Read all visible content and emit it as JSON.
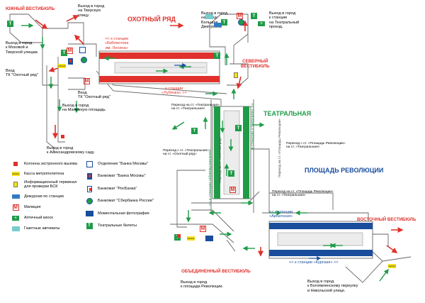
{
  "stations": {
    "okhotny": "ОХОТНЫЙ РЯД",
    "teatralnaya": "ТЕАТРАЛЬНАЯ",
    "revolyutsii": "ПЛОЩАДЬ РЕВОЛЮЦИИ"
  },
  "vestibules": {
    "south": "ЮЖНЫЙ ВЕСТИБЮЛЬ",
    "north": "СЕВЕРНЫЙ\nВЕСТИБЮЛЬ",
    "east": "ВОСТОЧНЫЙ ВЕСТИБЮЛЬ",
    "united": "ОБЪЕДИНЕННЫЙ ВЕСТИБЮЛЬ"
  },
  "exits": {
    "tverskaya": "Выход в город\nна Тверскую\nулицу.",
    "mokhovaya": "Выход в город\nк Моховой и\nТверской улицам.",
    "dmitrovka": "Выход в город\nна улицу\nБольшая\nДмитровка.",
    "teatr_pr": "Выход в город\nк станции\nна Театральный\nпроезд.",
    "tk_vhod": "Вход\nТК \"Охотный ряд\"",
    "tk_vhod2": "Вход\nТК \"Охотный ряд\"",
    "manezh": "Выход в город\nна Манежную площадь.",
    "alexandr": "Выход в город\nк Александровскому саду.",
    "revolution_sq": "Выход в город\nк площади Революции.",
    "bogoyavl": "Выход в город\nк Богоявленскому переулку\nи Никольской улице."
  },
  "directions": {
    "to_lenin_lib": "<< к станции\n«Библиотека\nим. Ленина»",
    "to_lubyanka": "к станции\n«Лубянка» >>",
    "to_arbatskaya": "<< к станции\n«Арбатская»",
    "to_kurskaya": "<< к станции «Курская» >>",
    "to_tverskaya": "к станции «Тверская» >>",
    "to_novokuz": "<< к станции «Новокузнецкая»",
    "to_teatr_v": "<< к станции «Театральная»",
    "to_ploshch_v": "Переход на ст. «Площадь Революции»"
  },
  "transfers": {
    "okh_to_teatr": "Переход на ст. «Театральная»\nна ст. «Театральная»",
    "teatr_to_okh": "Переход с ст. «Театральная»\nна ст. «Охотный ряд»",
    "teatr_to_pr": "Переход на ст. «Площадь Революции»\nна ст. «Театральная»",
    "pr_to_teatr": "Переход с ст. «Площадь Революции»\nна ст. «Театральная»",
    "vert1": "Переход на ст. «Охотный ряд»",
    "vert2": "Переход на ст. «Площадь Революции»"
  },
  "legend": {
    "emergency": "Колонна экстренного вызова",
    "kassa": "Касса метрополитена",
    "info": "Информационный терминал\nдля проверки БСК",
    "duty": "Дежурная по станции",
    "police": "Милиция",
    "pharmacy": "Аптечный киоск",
    "newspaper": "Газетные автоматы",
    "bank_moscow": "Отделение \"Банка Москвы\"",
    "atm_moscow": "Банкомат \"Банка Москвы\"",
    "atm_ros": "Банкомат \"РосБанка\"",
    "atm_sber": "Банкомат \"Сбербанка России\"",
    "photo": "Моментальная фотография",
    "tickets": "Театральные билеты"
  },
  "glyphs": {
    "t": "T",
    "m": "M",
    "kassa": "КАССА",
    "pharmacy": "+"
  },
  "colors": {
    "red_line": "#e0312c",
    "green_line": "#1f9b48",
    "blue_line": "#1a4d9c",
    "corridor": "#555555"
  }
}
